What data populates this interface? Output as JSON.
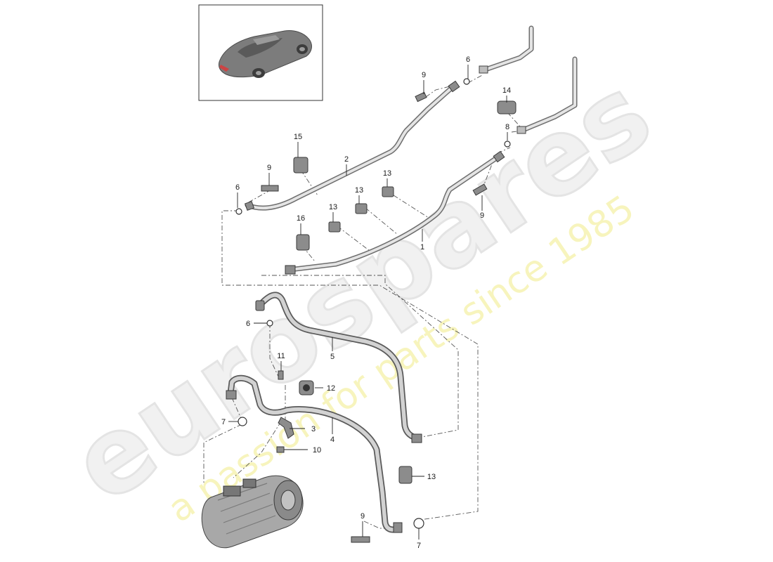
{
  "watermark": {
    "brand": "eurospares",
    "tagline": "a passion for parts since 1985"
  },
  "callouts": {
    "c1": "1",
    "c2": "2",
    "c3": "3",
    "c4": "4",
    "c5": "5",
    "c6a": "6",
    "c6b": "6",
    "c6c": "6",
    "c7a": "7",
    "c7b": "7",
    "c8": "8",
    "c9a": "9",
    "c9b": "9",
    "c9c": "9",
    "c9d": "9",
    "c10": "10",
    "c11": "11",
    "c12": "12",
    "c13a": "13",
    "c13b": "13",
    "c13c": "13",
    "c13d": "13",
    "c14": "14",
    "c15": "15",
    "c16": "16"
  },
  "colors": {
    "pipe": "#6e6e6e",
    "hose": "#5a5a5a",
    "watermark_text": "#f1f1f1",
    "watermark_tagline": "#f6f3b2"
  }
}
